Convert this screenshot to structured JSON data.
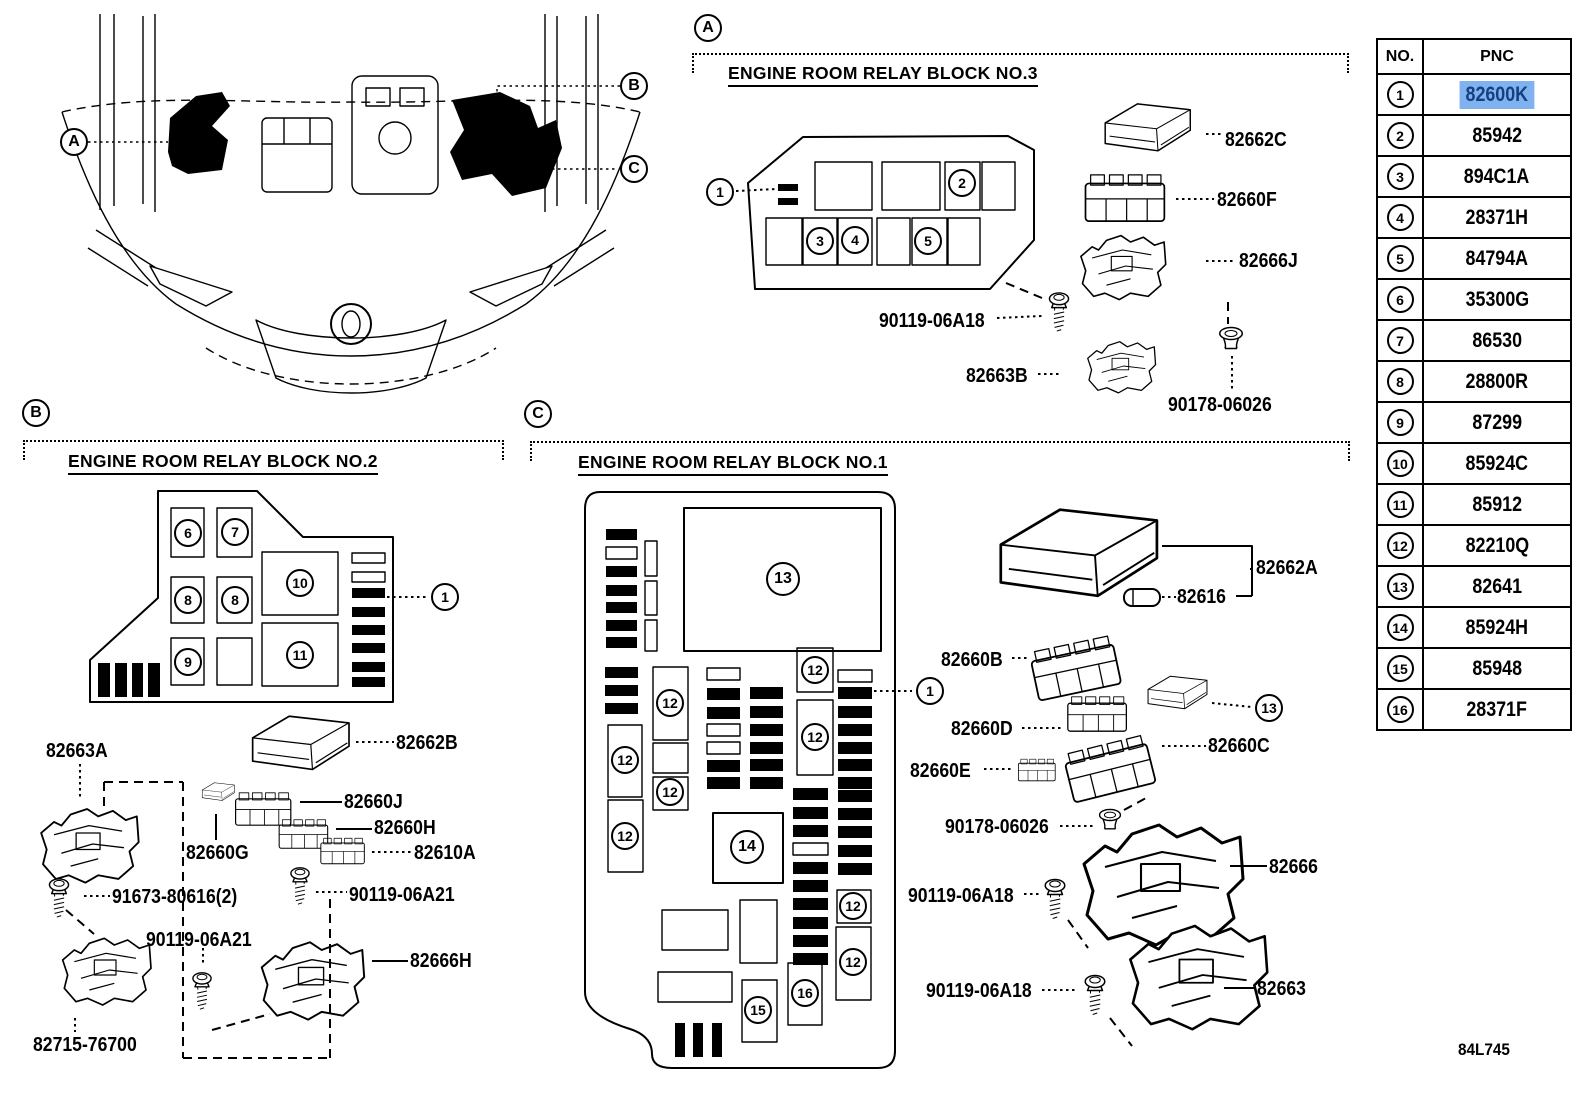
{
  "code": "84L745",
  "overview": {
    "a": "A",
    "b": "B",
    "c": "C"
  },
  "secA": {
    "letter": "A",
    "title": "ENGINE ROOM RELAY BLOCK NO.3",
    "callouts": [
      "1",
      "2",
      "3",
      "4",
      "5"
    ],
    "parts": [
      "82662C",
      "82660F",
      "82666J",
      "90119-06A18",
      "82663B",
      "90178-06026"
    ]
  },
  "secB": {
    "letter": "B",
    "title": "ENGINE ROOM RELAY BLOCK NO.2",
    "callouts": [
      "6",
      "7",
      "8",
      "8",
      "9",
      "10",
      "11",
      "1"
    ]
  },
  "secC": {
    "letter": "C",
    "title": "ENGINE ROOM RELAY BLOCK NO.1",
    "callouts": [
      "13",
      "12",
      "12",
      "12",
      "12",
      "12",
      "12",
      "12",
      "12",
      "14",
      "15",
      "16",
      "1"
    ],
    "ref13": "13"
  },
  "leftParts": [
    "82663A",
    "82662B",
    "82660J",
    "82660H",
    "82660G",
    "82610A",
    "91673-80616(2)",
    "90119-06A21",
    "90119-06A21",
    "82666H",
    "82715-76700"
  ],
  "rightParts": [
    "82662A",
    "82616",
    "82660B",
    "82660D",
    "82660C",
    "82660E",
    "90178-06026",
    "82666",
    "90119-06A18",
    "90119-06A18",
    "82663"
  ],
  "table": {
    "h_no": "NO.",
    "h_pnc": "PNC",
    "hl_bg": "#7FB2EF",
    "hl_fg": "#16407F",
    "rows": [
      {
        "no": "1",
        "pnc": "82600K",
        "hl": true
      },
      {
        "no": "2",
        "pnc": "85942",
        "hl": false
      },
      {
        "no": "3",
        "pnc": "894C1A",
        "hl": false
      },
      {
        "no": "4",
        "pnc": "28371H",
        "hl": false
      },
      {
        "no": "5",
        "pnc": "84794A",
        "hl": false
      },
      {
        "no": "6",
        "pnc": "35300G",
        "hl": false
      },
      {
        "no": "7",
        "pnc": "86530",
        "hl": false
      },
      {
        "no": "8",
        "pnc": "28800R",
        "hl": false
      },
      {
        "no": "9",
        "pnc": "87299",
        "hl": false
      },
      {
        "no": "10",
        "pnc": "85924C",
        "hl": false
      },
      {
        "no": "11",
        "pnc": "85912",
        "hl": false
      },
      {
        "no": "12",
        "pnc": "82210Q",
        "hl": false
      },
      {
        "no": "13",
        "pnc": "82641",
        "hl": false
      },
      {
        "no": "14",
        "pnc": "85924H",
        "hl": false
      },
      {
        "no": "15",
        "pnc": "85948",
        "hl": false
      },
      {
        "no": "16",
        "pnc": "28371F",
        "hl": false
      }
    ]
  }
}
